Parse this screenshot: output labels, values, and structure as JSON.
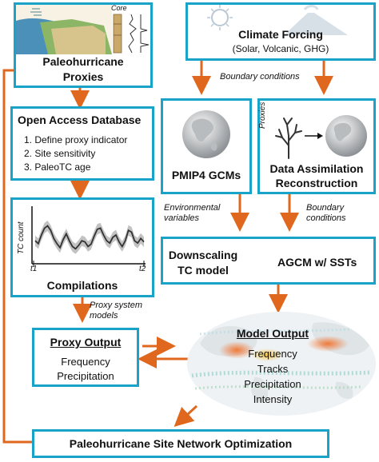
{
  "colors": {
    "box": "#1aa3c9",
    "arrow": "#e0671e"
  },
  "proxies": {
    "title_line1": "Paleohurricane",
    "title_line2": "Proxies",
    "core_label": "Core",
    "icon": "coastal-core-illustration"
  },
  "climate_forcing": {
    "title": "Climate Forcing",
    "subtitle": "(Solar, Volcanic, GHG)",
    "icon": "sun-volcano-illustration"
  },
  "labels": {
    "boundary_conditions_top": "Boundary conditions",
    "environmental_line1": "Environmental",
    "environmental_line2": "variables",
    "boundary_right_line1": "Boundary",
    "boundary_right_line2": "conditions",
    "proxy_system_line1": "Proxy system",
    "proxy_system_line2": "models"
  },
  "database": {
    "title": "Open Access Database",
    "items": [
      "1. Define proxy indicator",
      "2. Site sensitivity",
      "3. PaleoTC age"
    ]
  },
  "pmip": {
    "title": "PMIP4 GCMs",
    "icon": "globe-icon"
  },
  "assimilation": {
    "title_line1": "Data Assimilation",
    "title_line2": "Reconstruction",
    "proxies_label": "Proxies",
    "icon": "coral-to-globe-icon"
  },
  "compilations": {
    "title": "Compilations",
    "ylabel": "TC count",
    "t1": "t1",
    "t2": "t2"
  },
  "downscaling": {
    "title_line1": "Downscaling",
    "title_line2": "TC model",
    "agcm": "AGCM w/ SSTs"
  },
  "proxy_output": {
    "title": "Proxy Output",
    "items": [
      "Frequency",
      "Precipitation"
    ]
  },
  "model_output": {
    "title": "Model Output",
    "items": [
      "Frequency",
      "Tracks",
      "Precipitation",
      "Intensity"
    ],
    "icon": "world-track-map"
  },
  "network": {
    "title": "Paleohurricane Site Network Optimization"
  },
  "chart_data": {
    "type": "line",
    "x": [
      0,
      1,
      2,
      3,
      4,
      5,
      6,
      7,
      8,
      9,
      10,
      11,
      12,
      13,
      14,
      15,
      16,
      17,
      18,
      19,
      20,
      21,
      22,
      23,
      24,
      25,
      26,
      27,
      28,
      29,
      30,
      31,
      32,
      33,
      34,
      35
    ],
    "series": [
      {
        "values": [
          40,
          35,
          50,
          62,
          66,
          58,
          44,
          35,
          28,
          42,
          52,
          40,
          30,
          26,
          32,
          40,
          38,
          30,
          34,
          48,
          60,
          62,
          50,
          40,
          36,
          46,
          50,
          38,
          30,
          40,
          58,
          55,
          40,
          36,
          44,
          38
        ]
      }
    ],
    "ylabel": "TC count",
    "xlabel": "",
    "ylim": [
      0,
      100
    ]
  }
}
